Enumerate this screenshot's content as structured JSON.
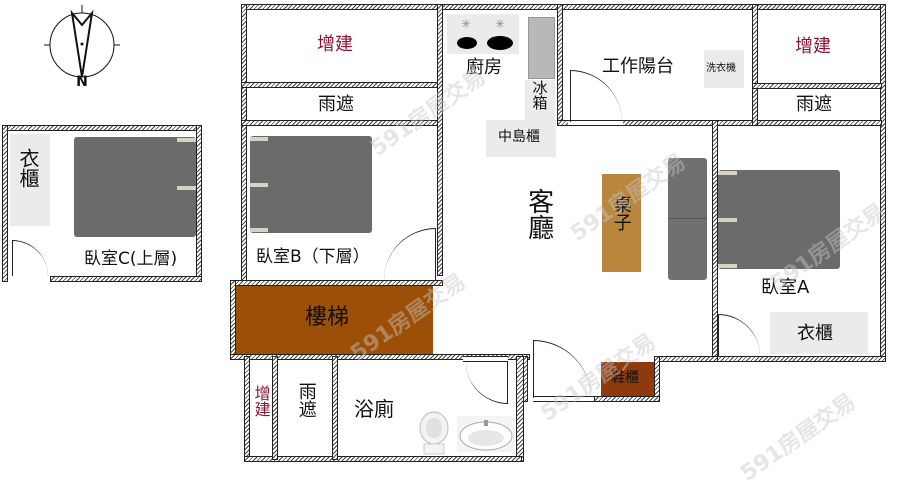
{
  "compass": {
    "north_label": "N"
  },
  "rooms": {
    "extension_top_left": "增建",
    "rain_shelter_top_left": "雨遮",
    "kitchen": "廚房",
    "fridge": "冰箱",
    "island_cabinet": "中島櫃",
    "utility_balcony": "工作陽台",
    "washing_machine": "洗衣機",
    "extension_top_right": "增建",
    "rain_shelter_top_right": "雨遮",
    "bedroom_c_wardrobe": "衣櫃",
    "bedroom_c": "臥室C(上層)",
    "bedroom_b": "臥室B（下層）",
    "living_room": "客廳",
    "table": "桌子",
    "bedroom_a": "臥室A",
    "bedroom_a_wardrobe": "衣櫃",
    "stairs": "樓梯",
    "extension_bottom": "增建",
    "rain_shelter_bottom": "雨遮",
    "bathroom": "浴廁",
    "shoe_cabinet": "鞋櫃"
  },
  "watermark": "591房屋交易",
  "colors": {
    "stairs": "#9c4f06",
    "table": "#b8863c",
    "shoe_cabinet": "#8f3a0c",
    "extension_text": "#8b1538",
    "bed": "#6b6b6b",
    "sofa": "#707070",
    "fixture_gray": "#ebebeb"
  }
}
